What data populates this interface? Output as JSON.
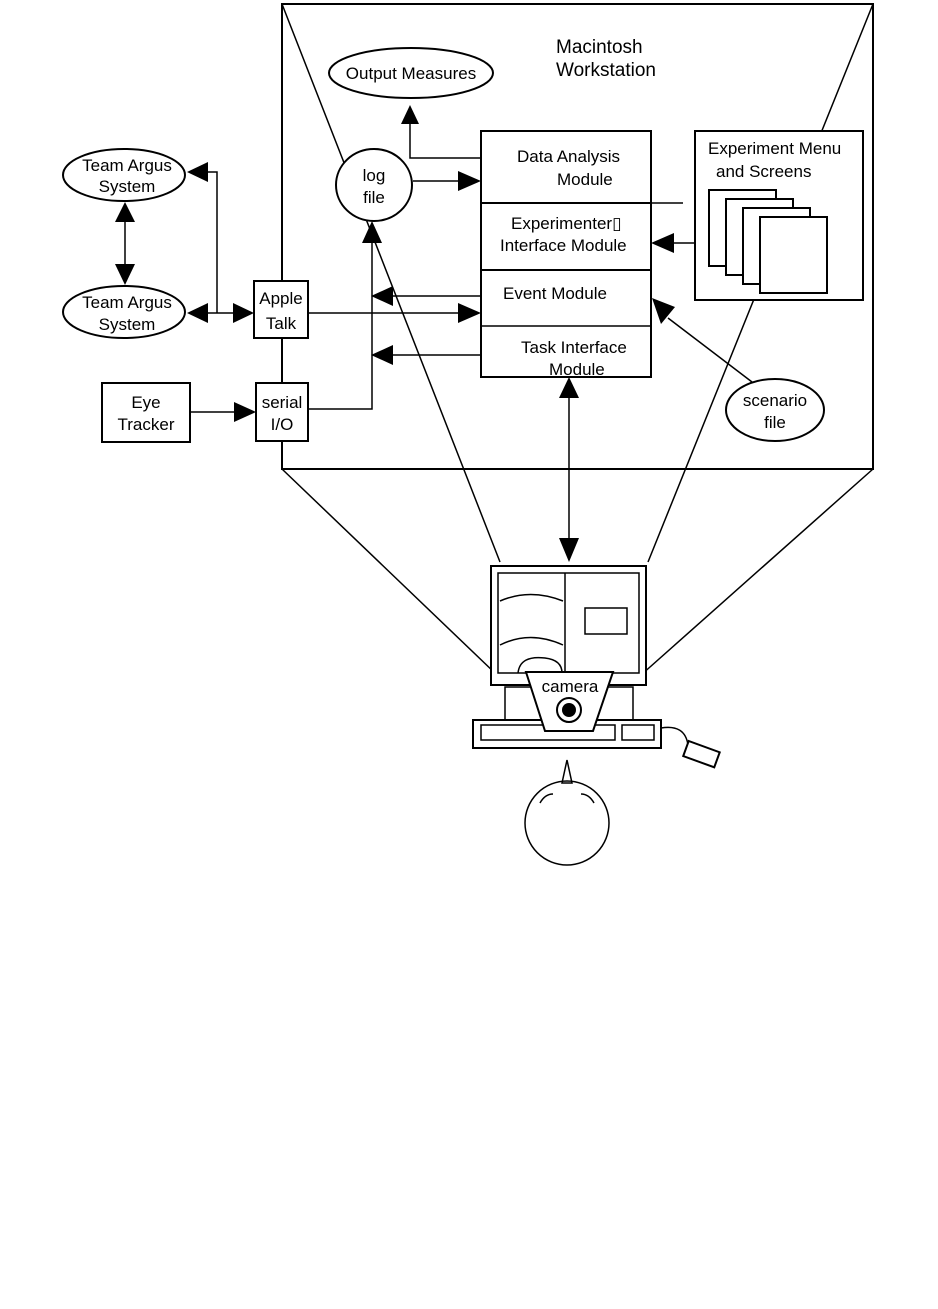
{
  "workstation": {
    "title_line1": "Macintosh",
    "title_line2": "Workstation"
  },
  "output_measures": "Output Measures",
  "log_file": {
    "line1": "log",
    "line2": "file"
  },
  "modules": {
    "data_analysis": {
      "line1": "Data Analysis",
      "line2": "Module"
    },
    "experimenter_interface": {
      "line1": "Experimenter▯",
      "line2": "Interface Module"
    },
    "event": {
      "line1": "Event Module"
    },
    "task_interface": {
      "line1": "Task Interface",
      "line2": "Module"
    }
  },
  "experiment_menu": {
    "line1": "Experiment Menu",
    "line2": "and Screens"
  },
  "scenario_file": {
    "line1": "scenario",
    "line2": "file"
  },
  "team_argus_1": {
    "line1": "Team Argus",
    "line2": "System"
  },
  "team_argus_2": {
    "line1": "Team Argus",
    "line2": "System"
  },
  "apple_talk": {
    "line1": "Apple",
    "line2": "Talk"
  },
  "eye_tracker": {
    "line1": "Eye",
    "line2": "Tracker"
  },
  "serial_io": {
    "line1": "serial",
    "line2": "I/O"
  },
  "computer": {
    "camera_label": "camera"
  }
}
